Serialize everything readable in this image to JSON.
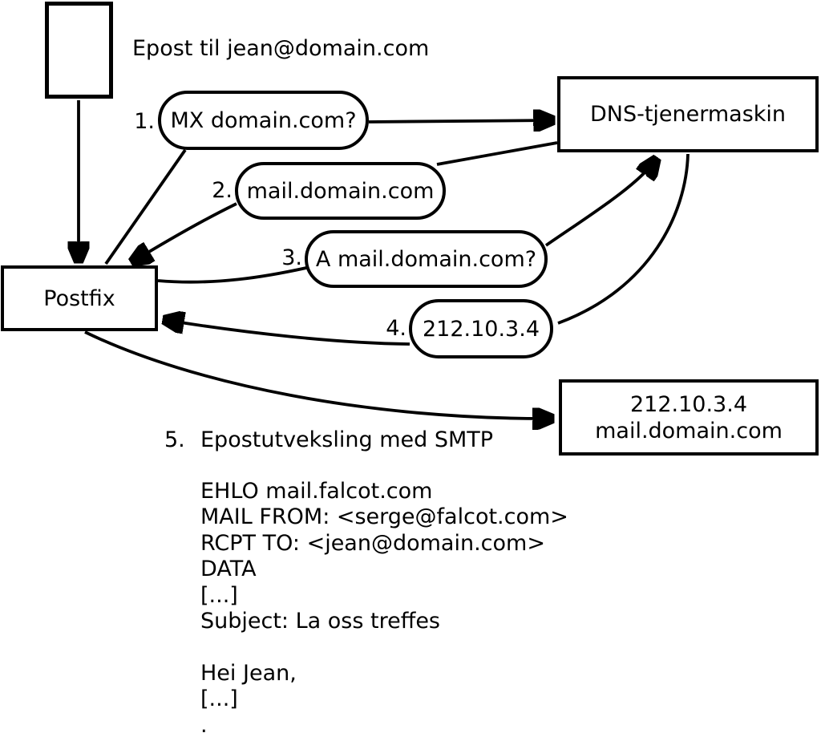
{
  "title": "Epost til jean@domain.com",
  "nodes": {
    "postfix": {
      "label": "Postfix"
    },
    "dns": {
      "label": "DNS-tjenermaskin"
    },
    "mailserver": {
      "line1": "212.10.3.4",
      "line2": "mail.domain.com"
    }
  },
  "steps": [
    {
      "number": "1.",
      "label": "MX domain.com?"
    },
    {
      "number": "2.",
      "label": "mail.domain.com"
    },
    {
      "number": "3.",
      "label": "A mail.domain.com?"
    },
    {
      "number": "4.",
      "label": "212.10.3.4"
    },
    {
      "number": "5.",
      "label": "Epostutveksling med SMTP"
    }
  ],
  "smtp": {
    "lines": [
      "EHLO mail.falcot.com",
      "MAIL FROM: <serge@falcot.com>",
      "RCPT TO: <jean@domain.com>",
      "DATA",
      "[...]",
      "Subject: La oss treffes",
      "",
      "Hei Jean,",
      "[...]",
      "."
    ]
  },
  "colors": {
    "stroke": "#000000",
    "background": "#ffffff"
  }
}
